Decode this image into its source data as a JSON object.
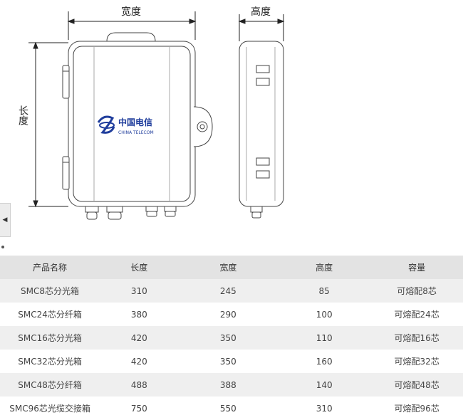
{
  "drawing": {
    "width_label": "宽度",
    "height_label": "高度",
    "length_label": "长度",
    "logo_cn": "中国电信",
    "logo_en": "CHINA TELECOM"
  },
  "table": {
    "headers": [
      "产品名称",
      "长度",
      "宽度",
      "高度",
      "容量"
    ],
    "rows": [
      [
        "SMC8芯分光箱",
        "310",
        "245",
        "85",
        "可熔配8芯"
      ],
      [
        "SMC24芯分纤箱",
        "380",
        "290",
        "100",
        "可熔配24芯"
      ],
      [
        "SMC16芯分光箱",
        "420",
        "350",
        "110",
        "可熔配16芯"
      ],
      [
        "SMC32芯分光箱",
        "420",
        "350",
        "160",
        "可熔配32芯"
      ],
      [
        "SMC48芯分纤箱",
        "488",
        "388",
        "140",
        "可熔配48芯"
      ],
      [
        "SMC96芯光缆交接箱",
        "750",
        "550",
        "310",
        "可熔配96芯"
      ]
    ]
  },
  "side_tab": {
    "arrow": "◀"
  }
}
